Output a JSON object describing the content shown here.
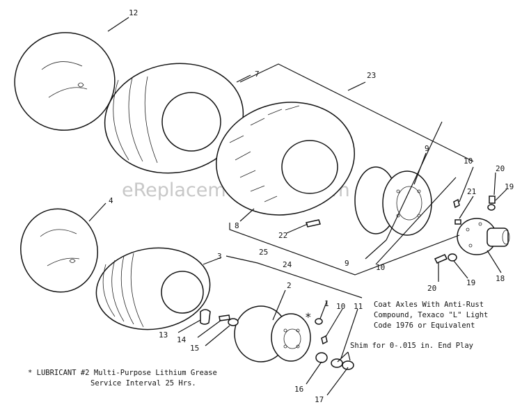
{
  "watermark": "eReplacementParts.com",
  "callouts": {
    "p1": "1",
    "p2": "2",
    "p3": "3",
    "p4": "4",
    "p7": "7",
    "p8": "8",
    "p9a": "9",
    "p9b": "9",
    "p10a": "10",
    "p10b": "10",
    "p10c": "10",
    "p11": "11",
    "p12": "12",
    "p13": "13",
    "p14": "14",
    "p15": "15",
    "p16": "16",
    "p17": "17",
    "p18": "18",
    "p19a": "19",
    "p19b": "19",
    "p20a": "20",
    "p20b": "20",
    "p21": "21",
    "p22": "22",
    "p23": "23",
    "p24": "24",
    "p25": "25"
  },
  "notes": {
    "axle_line1": "Coat Axles With Anti-Rust",
    "axle_line2": "Compound, Texaco \"L\" Light",
    "axle_line3": "Code 1976 or Equivalent",
    "shim": "Shim for 0-.015 in. End Play",
    "asterisk": "*",
    "lubricant_line1": "* LUBRICANT #2 Multi-Purpose Lithium Grease",
    "lubricant_line2": "Service Interval 25 Hrs."
  }
}
